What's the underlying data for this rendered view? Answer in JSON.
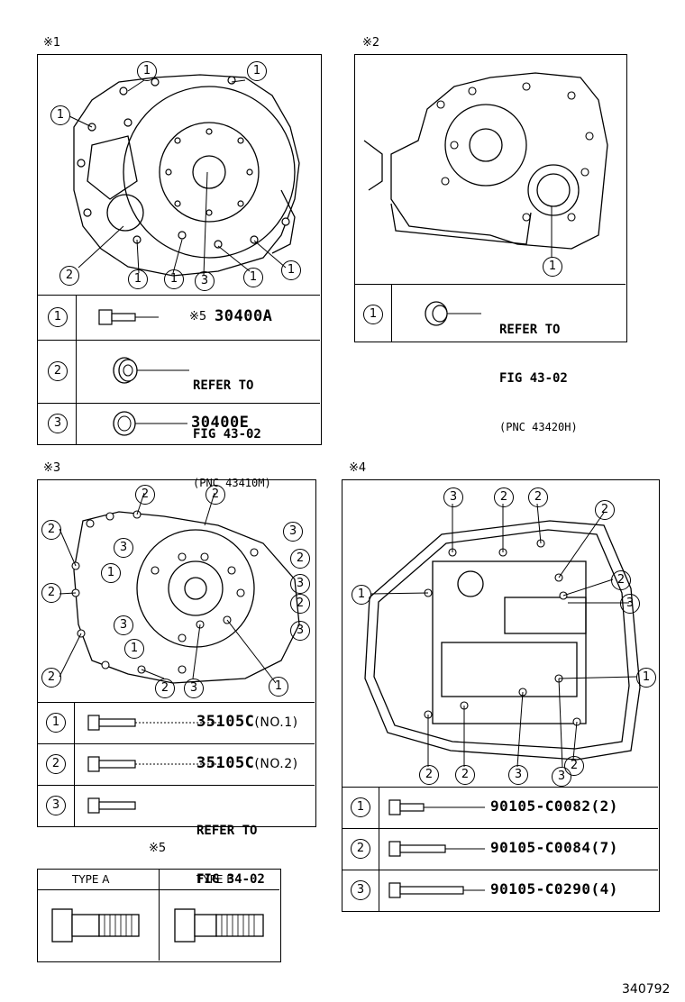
{
  "panels": {
    "p1": {
      "note": "※1",
      "rows": [
        {
          "id": "1",
          "part": "30400A",
          "prefix": "※5"
        },
        {
          "id": "2",
          "refer": [
            "REFER TO",
            "FIG 43-02"
          ],
          "pnc": "(PNC 43410M)"
        },
        {
          "id": "3",
          "part": "30400E"
        }
      ]
    },
    "p2": {
      "note": "※2",
      "rows": [
        {
          "id": "1",
          "refer": [
            "REFER TO",
            "FIG 43-02"
          ],
          "pnc": "(PNC 43420H)"
        }
      ]
    },
    "p3": {
      "note": "※3",
      "rows": [
        {
          "id": "1",
          "part": "35105C",
          "suffix": "(NO.1)"
        },
        {
          "id": "2",
          "part": "35105C",
          "suffix": "(NO.2)"
        },
        {
          "id": "3",
          "refer": [
            "REFER TO",
            "FIG 34-02"
          ]
        }
      ]
    },
    "p4": {
      "note": "※4",
      "rows": [
        {
          "id": "1",
          "part": "90105-C0082",
          "qty": "(2)"
        },
        {
          "id": "2",
          "part": "90105-C0084",
          "qty": "(7)"
        },
        {
          "id": "3",
          "part": "90105-C0290",
          "qty": "(4)"
        }
      ]
    },
    "p5": {
      "note": "※5",
      "type_a": "TYPE A",
      "type_b": "TYPE B"
    }
  },
  "figure_number": "340792"
}
